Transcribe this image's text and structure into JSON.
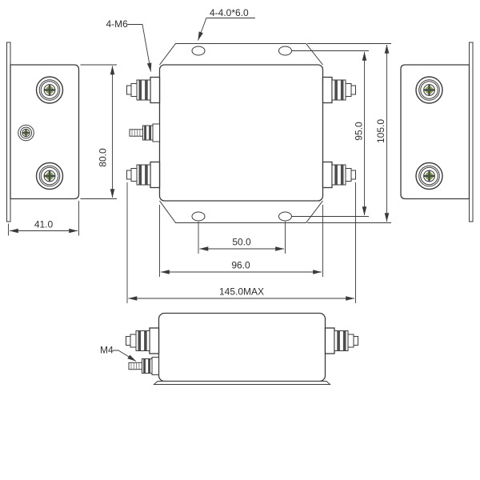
{
  "drawing": {
    "labels": {
      "main_terminals": "4-M6",
      "mounting_slots": "4-4.0*6.0",
      "aux_terminal": "M4"
    },
    "dimensions": {
      "side_depth": "41.0",
      "side_height": "80.0",
      "hole_pitch_vertical": "95.0",
      "overall_height": "105.0",
      "hole_pitch_horizontal": "50.0",
      "body_width": "96.0",
      "overall_width": "145.0MAX"
    },
    "colors": {
      "line": "#3a3a3a",
      "screw_green": "#84a653"
    }
  }
}
